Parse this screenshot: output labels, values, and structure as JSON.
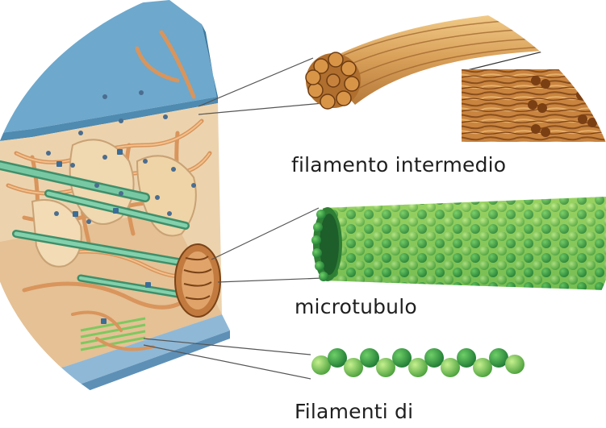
{
  "labels": {
    "intermediate_filament": "filamento intermedio",
    "microtubule": "microtubulo",
    "filaments_partial": "Filamenti di"
  },
  "colors": {
    "plasma_membrane": "#6aa3c8",
    "cytoplasm_fiber": "#e9b98a",
    "fiber_dark": "#c98f5b",
    "microtubule_light": "#a6d95e",
    "microtubule_dark": "#3f9a3a",
    "actin_green": "#7cc95a",
    "rod_green": "#5fb89a",
    "intermediate_gold": "#d8a055",
    "intermediate_dark": "#9a5f2a"
  },
  "icons": [
    "cytoskeleton-illustration",
    "intermediate-filament-illustration",
    "microtubule-illustration",
    "microfilament-illustration"
  ]
}
